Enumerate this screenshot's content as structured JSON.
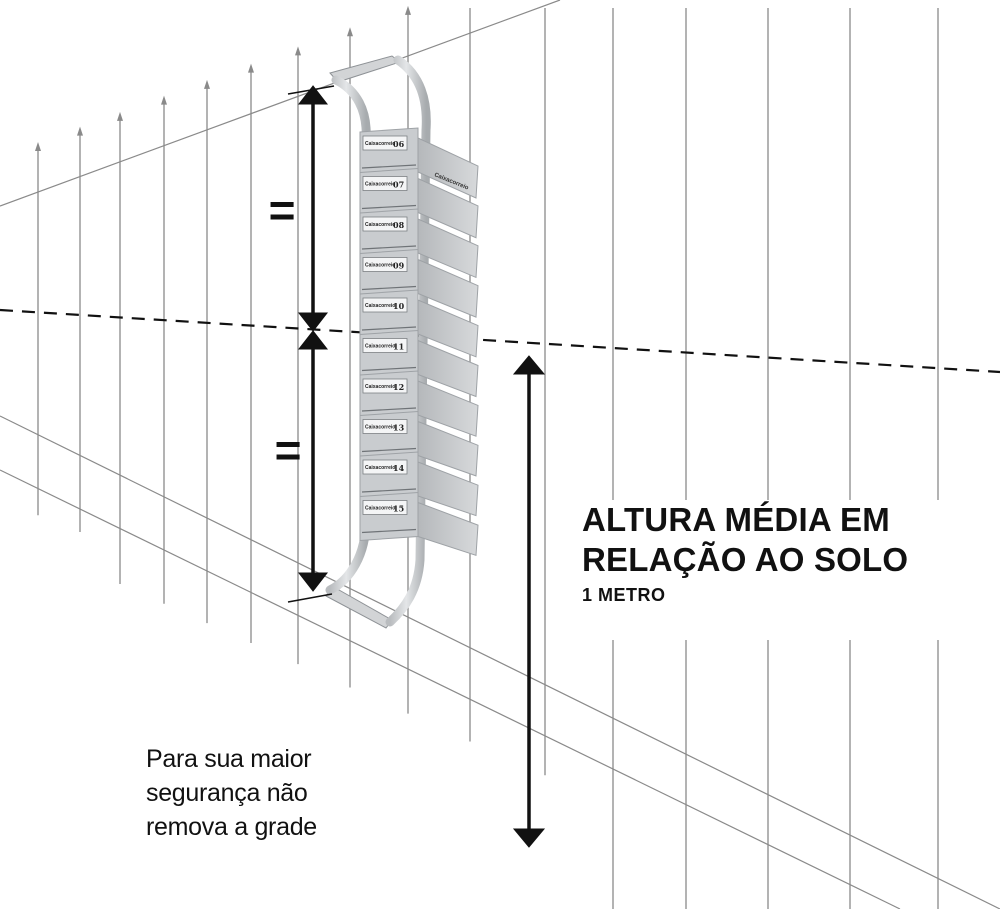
{
  "headline": {
    "line1": "ALTURA MÉDIA EM",
    "line2": "RELAÇÃO AO SOLO",
    "line3": "1 METRO"
  },
  "equal_sign_top": "=",
  "equal_sign_bottom": "=",
  "safety_note": {
    "line1": "Para sua maior",
    "line2": "segurança não",
    "line3": "remova a grade"
  },
  "mailbox_unit": {
    "brand": "Caixacorreio",
    "numbers": [
      "06",
      "07",
      "08",
      "09",
      "10",
      "11",
      "12",
      "13",
      "14",
      "15"
    ]
  },
  "icons": {
    "height_arrow": "double-headed-arrow-icon",
    "midline": "dashed-center-line",
    "fence": "wire-fence-grid"
  },
  "colors": {
    "ink": "#111111",
    "fence_line": "#8a8a8a",
    "steel": "#c9cccf",
    "steel_dark": "#9ea2a6",
    "background": "#ffffff"
  }
}
